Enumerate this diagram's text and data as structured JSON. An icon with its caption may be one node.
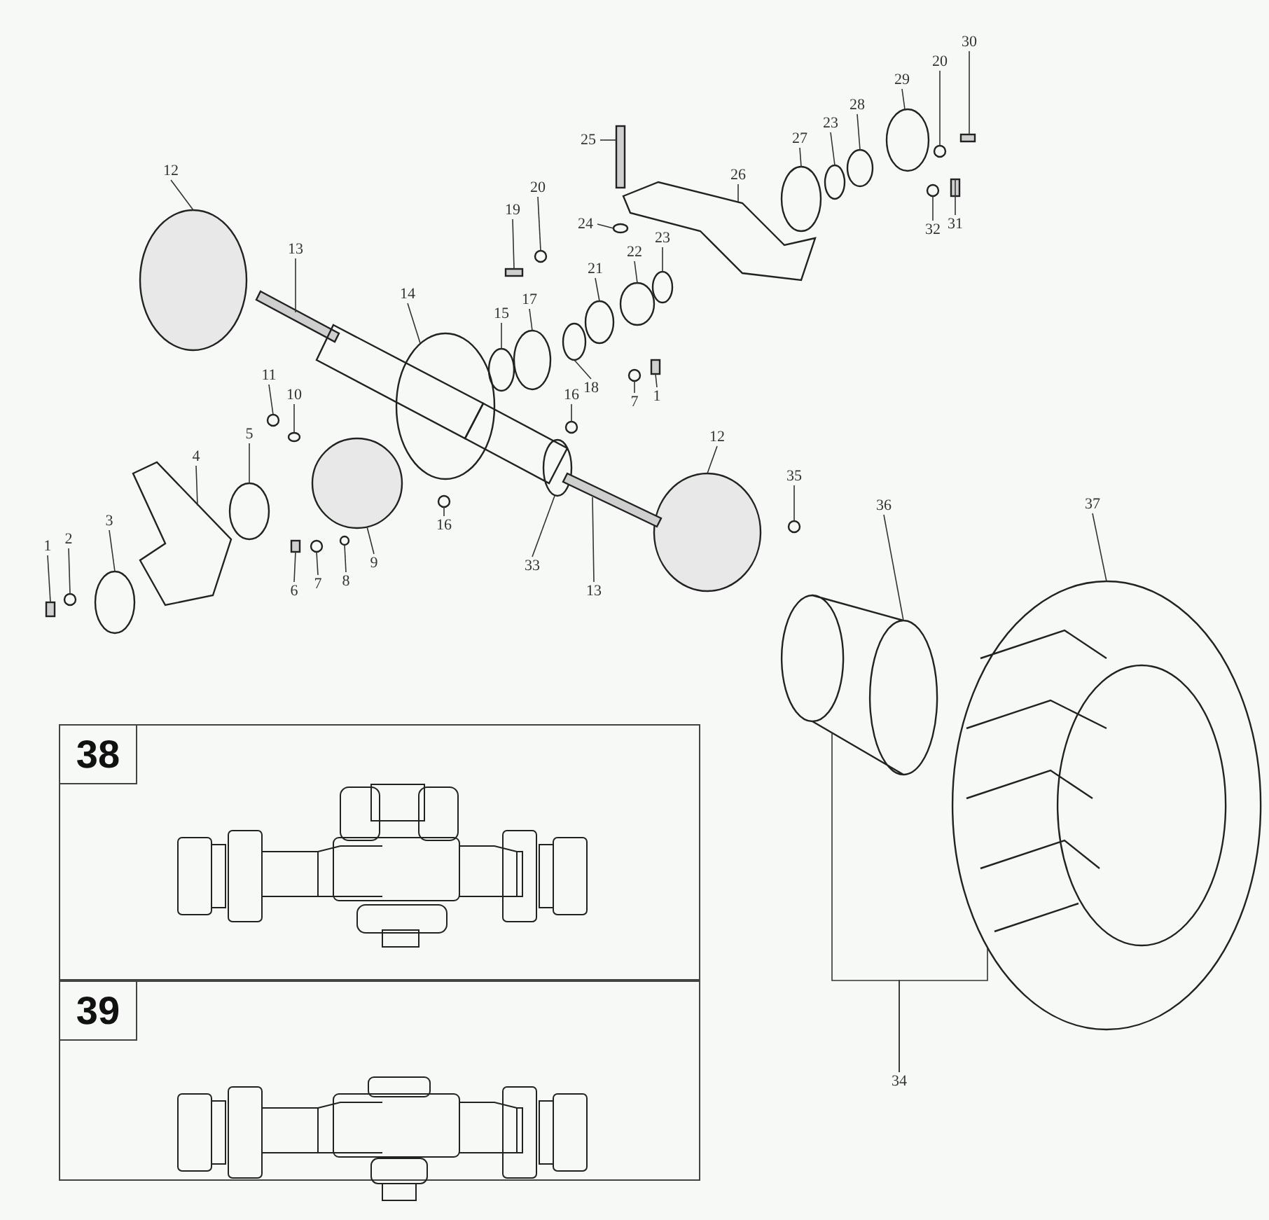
{
  "diagram": {
    "nodes": [
      {
        "text": [
          "30"
        ]
      },
      {
        "text": [
          "20"
        ]
      },
      {
        "text": [
          "29"
        ]
      },
      {
        "text": [
          "28"
        ]
      },
      {
        "text": [
          "23"
        ]
      },
      {
        "text": [
          "25"
        ]
      },
      {
        "text": [
          "27"
        ]
      },
      {
        "text": [
          "12"
        ]
      },
      {
        "text": [
          "26"
        ]
      },
      {
        "text": [
          "20"
        ]
      },
      {
        "text": [
          "19"
        ]
      },
      {
        "text": [
          "31"
        ]
      },
      {
        "text": [
          "24"
        ]
      },
      {
        "text": [
          "32"
        ]
      },
      {
        "text": [
          "23"
        ]
      },
      {
        "text": [
          "13"
        ]
      },
      {
        "text": [
          "22"
        ]
      },
      {
        "text": [
          "21"
        ]
      },
      {
        "text": [
          "14"
        ]
      },
      {
        "text": [
          "17"
        ]
      },
      {
        "text": [
          "15"
        ]
      },
      {
        "text": [
          "11"
        ]
      },
      {
        "text": [
          "18"
        ]
      },
      {
        "text": [
          "1"
        ]
      },
      {
        "text": [
          "16"
        ]
      },
      {
        "text": [
          "7"
        ]
      },
      {
        "text": [
          "10"
        ]
      },
      {
        "text": [
          "5"
        ]
      },
      {
        "text": [
          "12"
        ]
      },
      {
        "text": [
          "4"
        ]
      },
      {
        "text": [
          "35"
        ]
      },
      {
        "text": [
          "36"
        ]
      },
      {
        "text": [
          "37"
        ]
      },
      {
        "text": [
          "3"
        ]
      },
      {
        "text": [
          "16"
        ]
      },
      {
        "text": [
          "2"
        ]
      },
      {
        "text": [
          "1"
        ]
      },
      {
        "text": [
          "9"
        ]
      },
      {
        "text": [
          "33"
        ]
      },
      {
        "text": [
          "8"
        ]
      },
      {
        "text": [
          "7"
        ]
      },
      {
        "text": [
          "13"
        ]
      },
      {
        "text": [
          "6"
        ]
      },
      {
        "text": [
          "38"
        ]
      },
      {
        "text": [
          "39"
        ]
      },
      {
        "text": [
          "34"
        ]
      },
      {
        "text": [],
        "shape": "bar"
      },
      {
        "text": [],
        "shape": "circle"
      },
      {
        "text": [],
        "shape": "circle"
      },
      {
        "text": [],
        "shape": "circle"
      },
      {
        "text": [],
        "shape": "circle"
      },
      {
        "text": [],
        "shape": "bar"
      },
      {
        "text": [],
        "shape": "circle"
      },
      {
        "text": [],
        "shape": "cylinder"
      },
      {
        "text": [],
        "shape": "picture"
      },
      {
        "text": [],
        "shape": "circle"
      },
      {
        "text": [],
        "shape": "bar"
      },
      {
        "text": [],
        "shape": "bar"
      },
      {
        "text": [],
        "shape": "circle"
      },
      {
        "text": [],
        "shape": "circle"
      },
      {
        "text": [],
        "shape": "circle"
      },
      {
        "text": [],
        "shape": "bar"
      },
      {
        "text": [],
        "shape": "circle"
      },
      {
        "text": [],
        "shape": "circle"
      },
      {
        "text": [],
        "shape": "picture"
      },
      {
        "text": [],
        "shape": "circle"
      },
      {
        "text": [],
        "shape": "circle"
      },
      {
        "text": [],
        "shape": "circle"
      },
      {
        "text": [],
        "shape": "circle"
      },
      {
        "text": [],
        "shape": "bar"
      },
      {
        "text": [],
        "shape": "circle"
      },
      {
        "text": [],
        "shape": "circle"
      },
      {
        "text": [],
        "shape": "circle"
      },
      {
        "text": [],
        "shape": "circle"
      },
      {
        "text": [],
        "shape": "cylinder"
      },
      {
        "text": [],
        "shape": "picture"
      },
      {
        "text": [],
        "shape": "circle"
      },
      {
        "text": [],
        "shape": "picture"
      },
      {
        "text": [],
        "shape": "picture"
      },
      {
        "text": [],
        "shape": "circle"
      },
      {
        "text": [],
        "shape": "circle"
      },
      {
        "text": [],
        "shape": "circle"
      },
      {
        "text": [],
        "shape": "bar"
      },
      {
        "text": [],
        "shape": "cylinder"
      },
      {
        "text": [],
        "shape": "picture"
      },
      {
        "text": [],
        "shape": "circle"
      },
      {
        "text": [],
        "shape": "circle"
      },
      {
        "text": [],
        "shape": "bar"
      },
      {
        "text": [],
        "shape": "bar"
      }
    ],
    "edges": [
      {
        "from": 0,
        "to": 46,
        "arrow": "none"
      },
      {
        "from": 1,
        "to": 47,
        "arrow": "none"
      },
      {
        "from": 2,
        "to": 48,
        "arrow": "none"
      },
      {
        "from": 3,
        "to": 49,
        "arrow": "none"
      },
      {
        "from": 4,
        "to": 50,
        "arrow": "none"
      },
      {
        "from": 5,
        "to": 51,
        "arrow": "none"
      },
      {
        "from": 6,
        "to": 52,
        "arrow": "none"
      },
      {
        "from": 7,
        "to": 53,
        "arrow": "none"
      },
      {
        "from": 8,
        "to": 54,
        "arrow": "none"
      },
      {
        "from": 9,
        "to": 55,
        "arrow": "none"
      },
      {
        "from": 10,
        "to": 56,
        "arrow": "none"
      },
      {
        "from": 11,
        "to": 57,
        "arrow": "none"
      },
      {
        "from": 12,
        "to": 58,
        "arrow": "none"
      },
      {
        "from": 13,
        "to": 59,
        "arrow": "none"
      },
      {
        "from": 14,
        "to": 60,
        "arrow": "none"
      },
      {
        "from": 15,
        "to": 61,
        "arrow": "none"
      },
      {
        "from": 16,
        "to": 62,
        "arrow": "none"
      },
      {
        "from": 17,
        "to": 63,
        "arrow": "none"
      },
      {
        "from": 18,
        "to": 64,
        "arrow": "none"
      },
      {
        "from": 19,
        "to": 65,
        "arrow": "none"
      },
      {
        "from": 20,
        "to": 66,
        "arrow": "none"
      },
      {
        "from": 21,
        "to": 67,
        "arrow": "none"
      },
      {
        "from": 22,
        "to": 68,
        "arrow": "none"
      },
      {
        "from": 23,
        "to": 69,
        "arrow": "none"
      },
      {
        "from": 24,
        "to": 70,
        "arrow": "none"
      },
      {
        "from": 25,
        "to": 71,
        "arrow": "none"
      },
      {
        "from": 26,
        "to": 72,
        "arrow": "none"
      },
      {
        "from": 27,
        "to": 73,
        "arrow": "none"
      },
      {
        "from": 28,
        "to": 74,
        "arrow": "none"
      },
      {
        "from": 29,
        "to": 75,
        "arrow": "none"
      },
      {
        "from": 30,
        "to": 76,
        "arrow": "none"
      },
      {
        "from": 31,
        "to": 77,
        "arrow": "none"
      },
      {
        "from": 32,
        "to": 78,
        "arrow": "none"
      },
      {
        "from": 33,
        "to": 79,
        "arrow": "none"
      },
      {
        "from": 34,
        "to": 80,
        "arrow": "none"
      },
      {
        "from": 35,
        "to": 81,
        "arrow": "none"
      },
      {
        "from": 36,
        "to": 82,
        "arrow": "none"
      },
      {
        "from": 37,
        "to": 83,
        "arrow": "none"
      },
      {
        "from": 38,
        "to": 84,
        "arrow": "none"
      },
      {
        "from": 39,
        "to": 85,
        "arrow": "none"
      },
      {
        "from": 40,
        "to": 86,
        "arrow": "none"
      },
      {
        "from": 41,
        "to": 87,
        "arrow": "none"
      },
      {
        "from": 42,
        "to": 88,
        "arrow": "none"
      },
      {
        "from": 45,
        "to": 77,
        "arrow": "none"
      },
      {
        "from": 45,
        "to": 78,
        "arrow": "none"
      }
    ]
  }
}
